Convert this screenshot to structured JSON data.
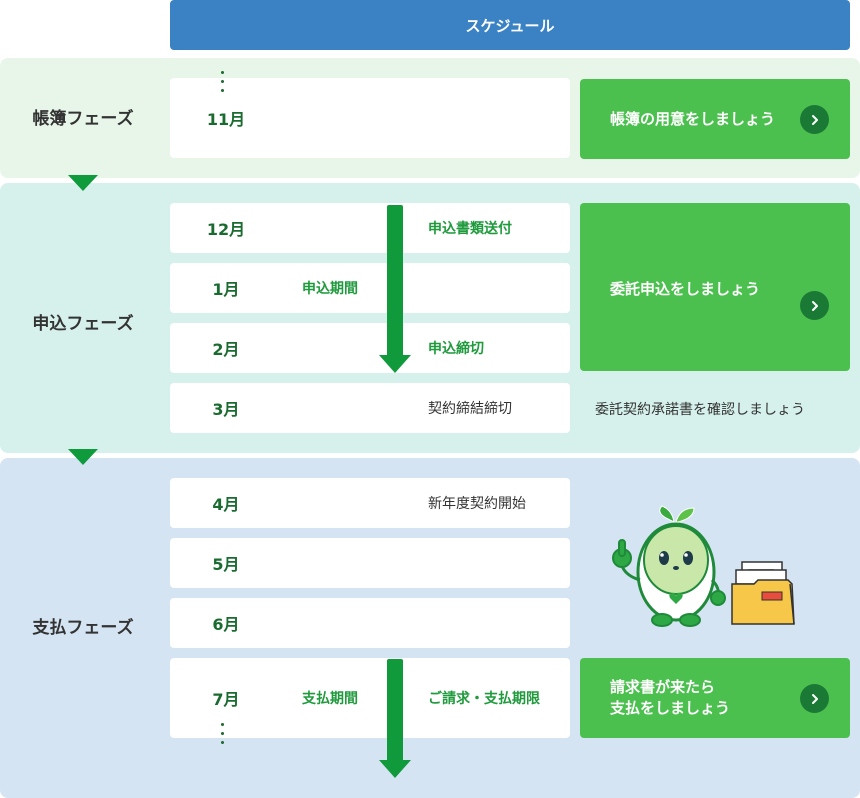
{
  "header": {
    "title": "スケジュール"
  },
  "phases": [
    {
      "label": "帳簿フェーズ",
      "color": "#e8f6ea"
    },
    {
      "label": "申込フェーズ",
      "color": "#d6f1eb"
    },
    {
      "label": "支払フェーズ",
      "color": "#d5e4f2"
    }
  ],
  "rows": [
    {
      "month": "11月",
      "mid": "",
      "event": ""
    },
    {
      "month": "12月",
      "mid": "",
      "event": "申込書類送付"
    },
    {
      "month": "1月",
      "mid": "申込期間",
      "event": ""
    },
    {
      "month": "2月",
      "mid": "",
      "event": "申込締切"
    },
    {
      "month": "3月",
      "mid": "",
      "event": "契約締結締切"
    },
    {
      "month": "4月",
      "mid": "",
      "event": "新年度契約開始"
    },
    {
      "month": "5月",
      "mid": "",
      "event": ""
    },
    {
      "month": "6月",
      "mid": "",
      "event": ""
    },
    {
      "month": "7月",
      "mid": "支払期間",
      "event": "ご請求・支払期限"
    }
  ],
  "ctas": [
    {
      "line1": "帳簿の用意をしましょう",
      "line2": ""
    },
    {
      "line1": "委託申込をしましょう",
      "line2": ""
    },
    {
      "line1": "請求書が来たら",
      "line2": "支払をしましょう"
    }
  ],
  "note": "委託契約承諾書を確認しましょう",
  "colors": {
    "header": "#3a82c4",
    "cta": "#4cc04f",
    "arrow": "#119a3c"
  },
  "icons": [
    "chevron-right-icon",
    "mascot-illustration",
    "folder-illustration"
  ]
}
